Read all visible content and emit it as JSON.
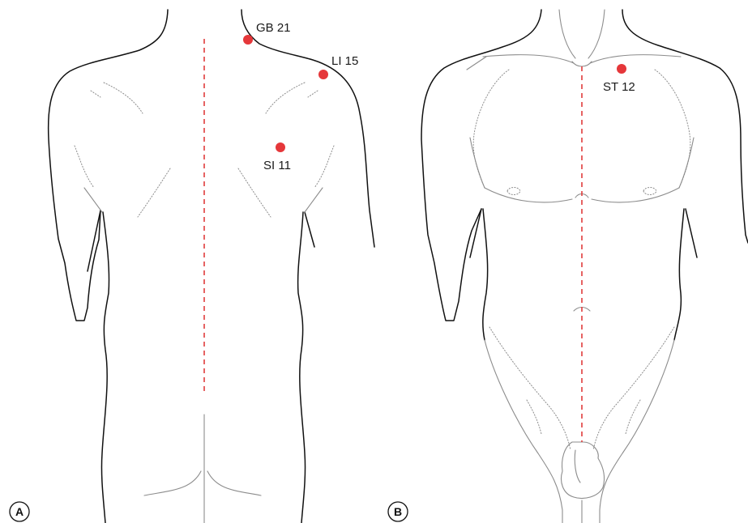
{
  "panels": [
    {
      "letter": "A",
      "points": [
        {
          "label": "GB 21"
        },
        {
          "label": "LI 15"
        },
        {
          "label": "SI 11"
        }
      ]
    },
    {
      "letter": "B",
      "points": [
        {
          "label": "ST 12"
        }
      ]
    }
  ],
  "colors": {
    "acupoint": "#e5373a",
    "midline": "#e03c3c",
    "outline": "#111111",
    "detail": "#8c8c8c"
  }
}
